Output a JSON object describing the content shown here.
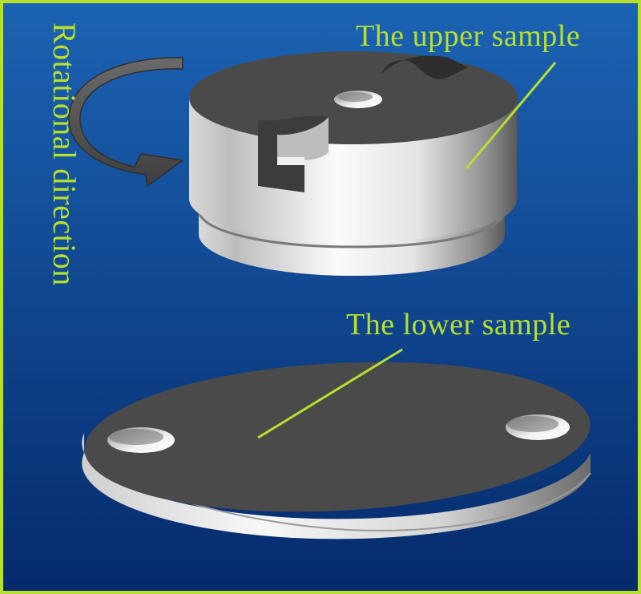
{
  "labels": {
    "upper_sample": "The upper sample",
    "lower_sample": "The lower sample",
    "rotation": "Rotational direction"
  },
  "colors": {
    "background_top": "#1c63b4",
    "background_bottom": "#052a6b",
    "frame": "#b6e02c",
    "label": "#b6e02c",
    "leader": "#b6e02c",
    "part_top_face": "#4a4a4a",
    "part_side_light": "#f2f2f2",
    "part_side_dark": "#5a5a5a",
    "arrow": "#555555"
  },
  "icons": {
    "rotation_arrow": "curved-arrow-icon"
  }
}
